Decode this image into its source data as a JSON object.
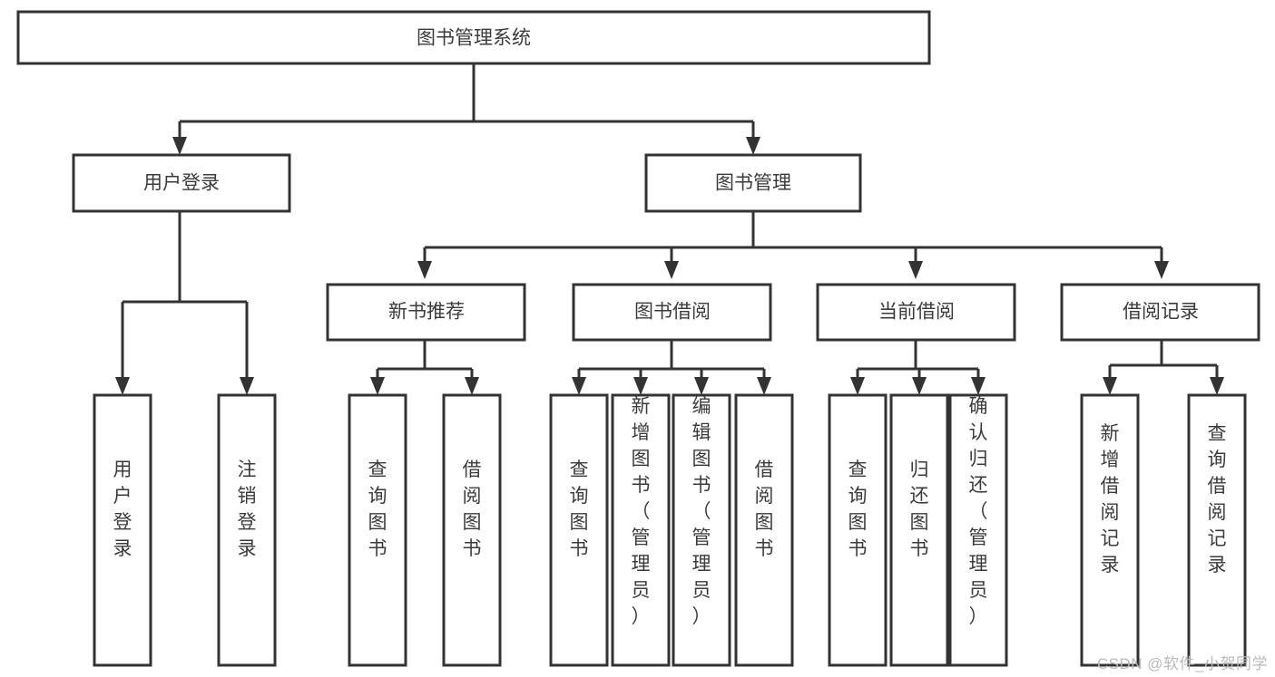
{
  "diagram": {
    "type": "tree-hierarchy",
    "orientation": "top-down",
    "title": "图书管理系统",
    "watermark": "CSDN @软件_小贺同学",
    "colors": {
      "box_stroke": "#333333",
      "box_fill": "#ffffff",
      "text": "#3b3b3b",
      "connector": "#333333",
      "background": "#ffffff",
      "watermark_text": "#b9b9b9"
    },
    "nodes": {
      "root": {
        "label": "图书管理系统"
      },
      "level1": [
        {
          "label": "用户登录"
        },
        {
          "label": "图书管理"
        }
      ],
      "level2": [
        {
          "label": "新书推荐"
        },
        {
          "label": "图书借阅"
        },
        {
          "label": "当前借阅"
        },
        {
          "label": "借阅记录"
        }
      ],
      "leaves_user_login": [
        {
          "label": "用户登录"
        },
        {
          "label": "注销登录"
        }
      ],
      "leaves_new_book": [
        {
          "label": "查询图书"
        },
        {
          "label": "借阅图书"
        }
      ],
      "leaves_borrow": [
        {
          "label": "查询图书"
        },
        {
          "label": "新增图书（管理员）"
        },
        {
          "label": "编辑图书（管理员）"
        },
        {
          "label": "借阅图书"
        }
      ],
      "leaves_current": [
        {
          "label": "查询图书"
        },
        {
          "label": "归还图书"
        },
        {
          "label": "确认归还（管理员）"
        }
      ],
      "leaves_records": [
        {
          "label": "新增借阅记录"
        },
        {
          "label": "查询借阅记录"
        }
      ]
    }
  }
}
